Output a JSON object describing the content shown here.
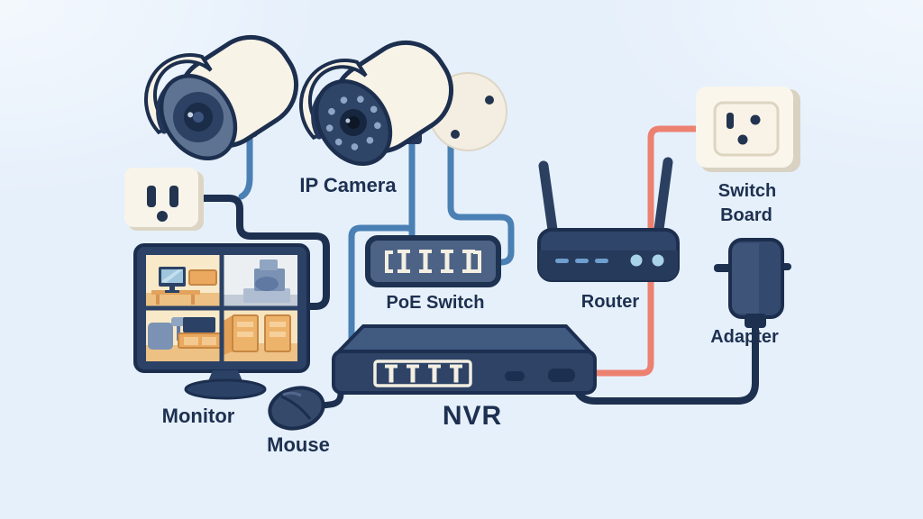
{
  "scene": {
    "description": "Illustrated wiring diagram of an IP camera surveillance system"
  },
  "labels": {
    "ip_camera": "IP Camera",
    "poe_switch": "PoE Switch",
    "router": "Router",
    "switch_board_line1": "Switch",
    "switch_board_line2": "Board",
    "adapter": "Adapter",
    "monitor": "Monitor",
    "mouse": "Mouse",
    "nvr": "NVR"
  },
  "colors": {
    "background": "#e6f0fb",
    "outline_navy": "#1d3050",
    "device_navy": "#2e4366",
    "device_slate": "#4c6386",
    "cream": "#f8f3e7",
    "cable_blue": "#4a80b4",
    "cable_power": "#ec8171",
    "screen_tan": "#f8e9c9",
    "label_text": "#1e3050"
  },
  "cables": [
    {
      "id": "camera1-drop",
      "color": "#4a80b4"
    },
    {
      "id": "wall-outlet-to-monitor",
      "color": "#1d3050"
    },
    {
      "id": "camera2-to-poe-switch",
      "color": "#4a80b4"
    },
    {
      "id": "camera2-mount-to-poe-switch",
      "color": "#4a80b4"
    },
    {
      "id": "poe-switch-to-nvr",
      "color": "#4a80b4"
    },
    {
      "id": "switch-board-to-nvr",
      "color": "#ec8171"
    },
    {
      "id": "adapter-to-nvr",
      "color": "#1d3050"
    },
    {
      "id": "mouse-to-nvr",
      "color": "#1d3050"
    }
  ]
}
